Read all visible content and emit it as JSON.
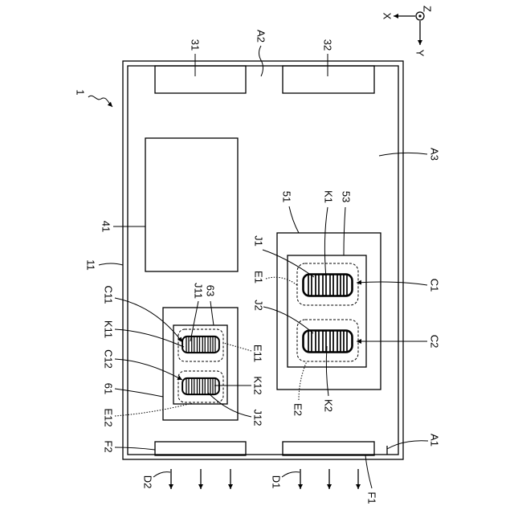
{
  "colors": {
    "line": "#000000",
    "background": "#ffffff"
  },
  "labels": {
    "assembly": "1",
    "outer_frame": "11",
    "top_block_left": "31",
    "top_block_right": "32",
    "top_gap": "A2",
    "main_area": "A3",
    "bottom_corner": "A1",
    "large_block": "41",
    "right_board": "51",
    "right_board_inner": "53",
    "right_coil_upper": "C1",
    "right_coil_lower": "C2",
    "right_region_upper": "E1",
    "right_region_lower": "E2",
    "right_lead_upper": "J1",
    "right_lead_lower": "J2",
    "right_core_upper": "K1",
    "right_core_lower": "K2",
    "left_board": "61",
    "left_board_inner": "63",
    "left_coil_upper": "C11",
    "left_coil_lower": "C12",
    "left_region_upper": "E11",
    "left_region_lower": "E12",
    "left_lead_upper": "J11",
    "left_lead_lower": "J12",
    "left_core_upper": "K11",
    "left_core_lower": "K12",
    "bottom_block_left": "F2",
    "bottom_block_right": "F1",
    "flow_left": "D2",
    "flow_right": "D1"
  },
  "axes": {
    "x": "X",
    "y": "Y",
    "z": "Z"
  }
}
